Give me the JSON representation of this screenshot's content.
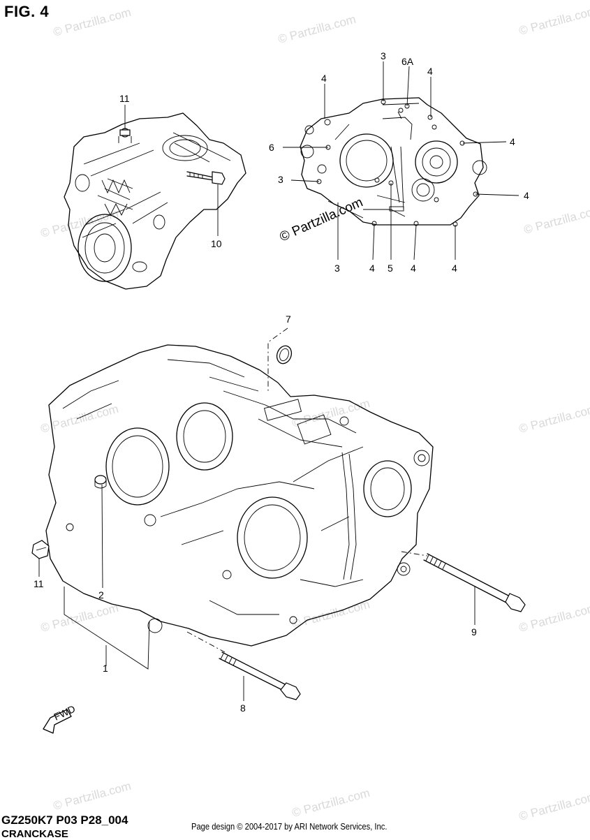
{
  "figure": {
    "title": "FIG. 4",
    "model_code": "GZ250K7 P03 P28_004",
    "section_name": "CRANCKASE",
    "copyright": "Page design © 2004-2017 by ARI Network Services, Inc."
  },
  "callouts": [
    "1",
    "2",
    "3",
    "3",
    "3",
    "4",
    "4",
    "4",
    "4",
    "4",
    "4",
    "4",
    "4",
    "5",
    "6",
    "6A",
    "7",
    "8",
    "9",
    "10",
    "11",
    "11"
  ],
  "watermark": {
    "text": "© Partzilla.com",
    "prominent_text": "© Partzilla.com"
  },
  "fwd_label": "FWD"
}
